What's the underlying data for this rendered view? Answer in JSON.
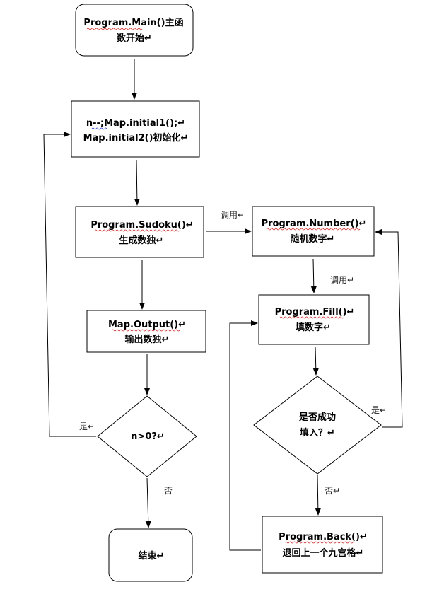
{
  "nodes": {
    "main": {
      "line1": "Program.Main()主函",
      "line2": "数开始↵"
    },
    "init": {
      "line1": "n--;Map.initial1();↵",
      "line2": "Map.initial2()初始化↵"
    },
    "sudoku": {
      "line1": "Program.Sudoku()↵",
      "line2": "生成数独↵"
    },
    "number": {
      "line1": "Program.Number()↵",
      "line2": "随机数字↵"
    },
    "fill": {
      "line1": "Program.Fill()↵",
      "line2": "填数字↵"
    },
    "output": {
      "line1": "Map.Output()↵",
      "line2": "输出数独↵"
    },
    "cond_n": {
      "line1": "n>0?↵"
    },
    "cond_fill": {
      "line1": "是否成功",
      "line2": "填入？↵"
    },
    "back": {
      "line1": "Program.Back()↵",
      "line2": "退回上一个九宫格↵"
    },
    "end": {
      "line1": "结束↵"
    }
  },
  "edge_labels": {
    "call1": "调用↵",
    "call2": "调用↵",
    "yes_left": "是↵",
    "no_left": "否",
    "yes_right": "是↵",
    "no_right": "否↵"
  },
  "colors": {
    "spellcheck_red": "#d0312d",
    "spellcheck_blue": "#2b3fd6"
  }
}
